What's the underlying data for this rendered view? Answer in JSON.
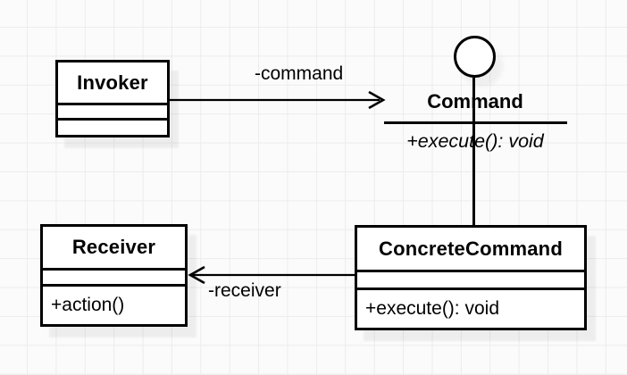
{
  "diagram": {
    "classes": {
      "invoker": {
        "name": "Invoker"
      },
      "receiver": {
        "name": "Receiver",
        "method": "+action()"
      },
      "concrete_command": {
        "name": "ConcreteCommand",
        "method": "+execute(): void"
      }
    },
    "interface": {
      "name": "Command",
      "method": "+execute(): void"
    },
    "associations": {
      "command": {
        "label": "-command",
        "from": "Invoker",
        "to": "Command"
      },
      "receiver": {
        "label": "-receiver",
        "from": "ConcreteCommand",
        "to": "Receiver"
      }
    },
    "icons": {
      "interface_lollipop": "circle"
    },
    "colors": {
      "stroke": "#000000",
      "shape_fill": "#ffffff",
      "canvas_background": "#fbfbfb",
      "grid_line": "#ececec",
      "shadow": "rgba(0,0,0,0.06)"
    }
  }
}
